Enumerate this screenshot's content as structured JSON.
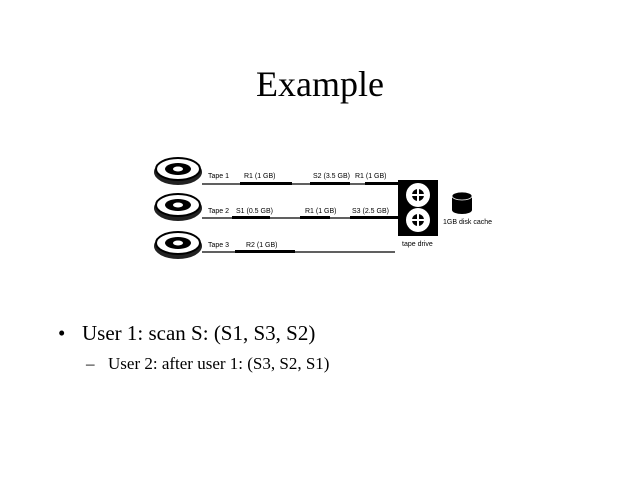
{
  "slide": {
    "title": "Example"
  },
  "figure": {
    "tapes": [
      {
        "label": "Tape 1",
        "segments": [
          "R1 (1 GB)",
          "S2 (3.5 GB)",
          "R1 (1 GB)"
        ]
      },
      {
        "label": "Tape 2",
        "segments": [
          "S1 (0.5 GB)",
          "R1 (1 GB)",
          "S3 (2.5 GB)"
        ]
      },
      {
        "label": "Tape 3",
        "segments": [
          "R2 (1 GB)"
        ]
      }
    ],
    "drive_label": "tape drive",
    "cache_label": "1GB disk cache"
  },
  "bullets": {
    "main": {
      "symbol": "•",
      "text": "User 1: scan S: (S1, S3, S2)"
    },
    "sub": {
      "symbol": "–",
      "text": "User 2: after user 1: (S3, S2, S1)"
    }
  }
}
